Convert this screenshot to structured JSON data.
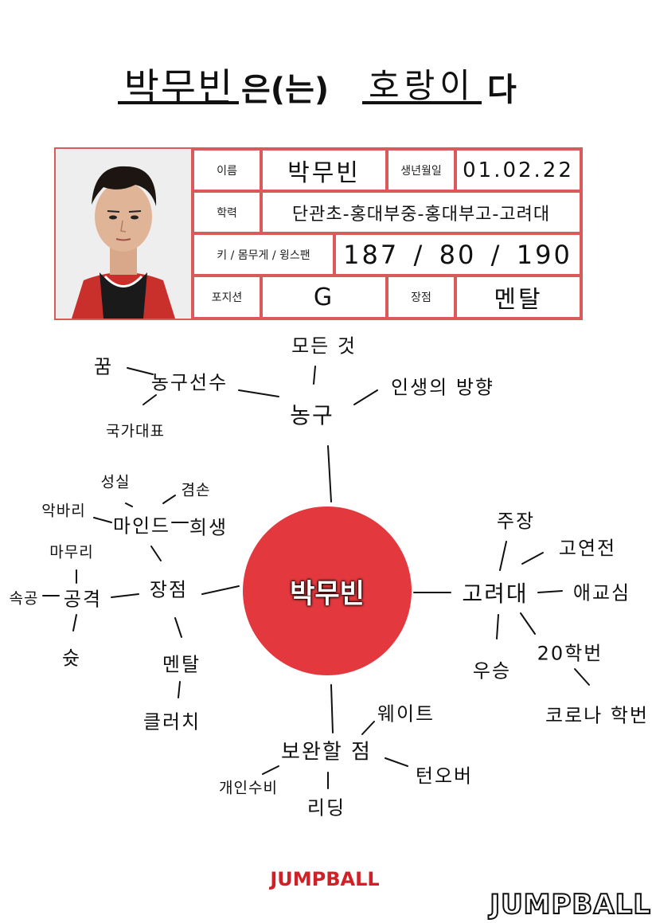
{
  "title": {
    "name": "박무빈",
    "particle": "은(는)",
    "animal": "호랑이",
    "ending": "다"
  },
  "profile": {
    "name_label": "이름",
    "name_value": "박무빈",
    "birth_label": "생년월일",
    "birth_value": "01.02.22",
    "education_label": "학력",
    "education_value": "단관초-홍대부중-홍대부고-고려대",
    "body_label": "키 / 몸무게 / 윙스팬",
    "height_value": "187",
    "weight_value": "80",
    "wingspan_value": "190",
    "position_label": "포지션",
    "position_value": "G",
    "strength_label": "장점",
    "strength_value": "멘탈"
  },
  "mindmap": {
    "center": "박무빈",
    "basketball": {
      "label": "농구",
      "everything": "모든 것",
      "life_direction": "인생의 방향",
      "player": "농구선수",
      "dream": "꿈",
      "national_team": "국가대표"
    },
    "strengths": {
      "label": "장점",
      "mind": "마인드",
      "sincerity": "성실",
      "humility": "겸손",
      "sacrifice": "희생",
      "tenacity": "악바리",
      "attack": "공격",
      "finish": "마무리",
      "pace": "속공",
      "shot": "슛",
      "mental": "멘탈",
      "clutch": "클러치"
    },
    "korea_univ": {
      "label": "고려대",
      "captain": "주장",
      "koyon": "고연전",
      "loyalty": "애교심",
      "class20": "20학번",
      "covid_class": "코로나 학번",
      "win": "우승"
    },
    "improve": {
      "label": "보완할 점",
      "weight": "웨이트",
      "turnover": "턴오버",
      "defense": "개인수비",
      "leading": "리딩"
    }
  },
  "footer": {
    "logo_red": "JUMPBALL",
    "logo_outline": "JUMPBALL"
  },
  "colors": {
    "accent_red": "#e3383d",
    "table_border": "#d85a5a",
    "logo_red": "#d22027"
  }
}
